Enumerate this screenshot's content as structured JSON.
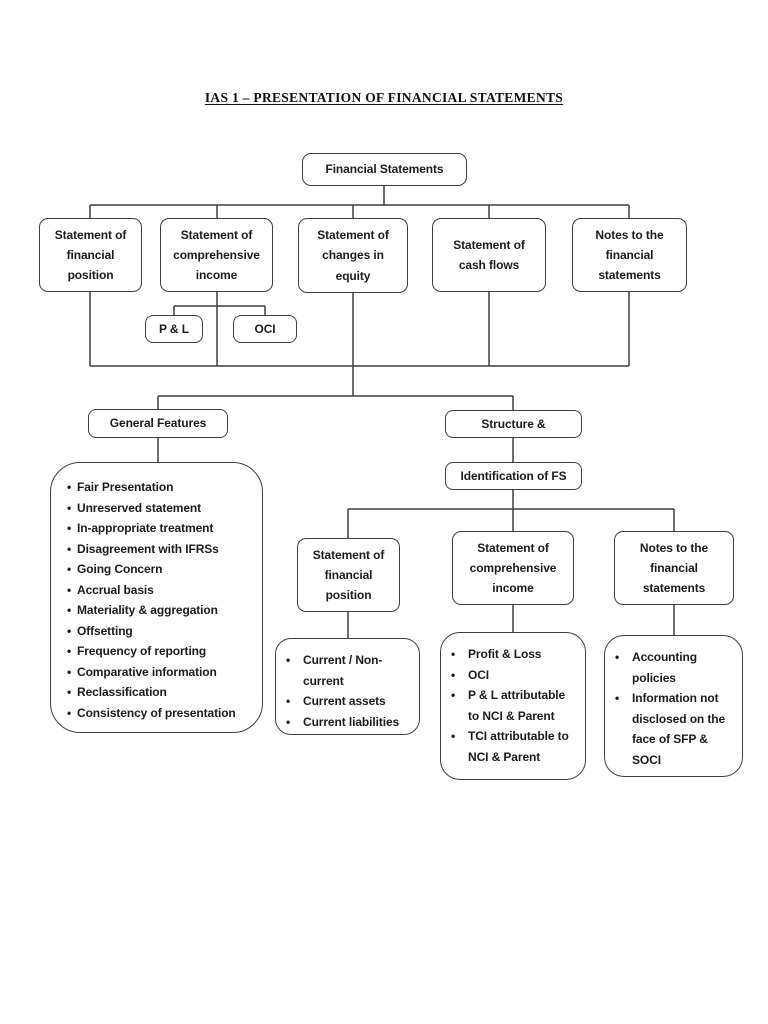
{
  "title": "IAS 1 – PRESENTATION OF FINANCIAL STATEMENTS",
  "diagram": {
    "root": "Financial Statements",
    "statements": [
      "Statement of financial position",
      "Statement of comprehensive income",
      "Statement of changes in equity",
      "Statement of cash flows",
      "Notes to the financial statements"
    ],
    "soci_children": {
      "pl": "P & L",
      "oci": "OCI"
    },
    "general": {
      "label": "General Features",
      "items": [
        "Fair Presentation",
        "Unreserved statement",
        "In-appropriate treatment",
        "Disagreement with IFRSs",
        "Going Concern",
        "Accrual basis",
        "Materiality & aggregation",
        "Offsetting",
        "Frequency of reporting",
        "Comparative information",
        "Reclassification",
        "Consistency of presentation"
      ]
    },
    "structure": {
      "label": "Structure &",
      "sub_label": "Identification of FS",
      "children": [
        {
          "label": "Statement of financial position",
          "items": [
            "Current / Non-current",
            "Current assets",
            "Current liabilities"
          ]
        },
        {
          "label": "Statement of comprehensive income",
          "items": [
            "Profit & Loss",
            "OCI",
            "P & L attributable to NCI & Parent",
            "TCI attributable to NCI & Parent"
          ]
        },
        {
          "label": "Notes to the financial statements",
          "items": [
            "Accounting policies",
            "Information not disclosed on the face of SFP & SOCI"
          ]
        }
      ]
    }
  }
}
